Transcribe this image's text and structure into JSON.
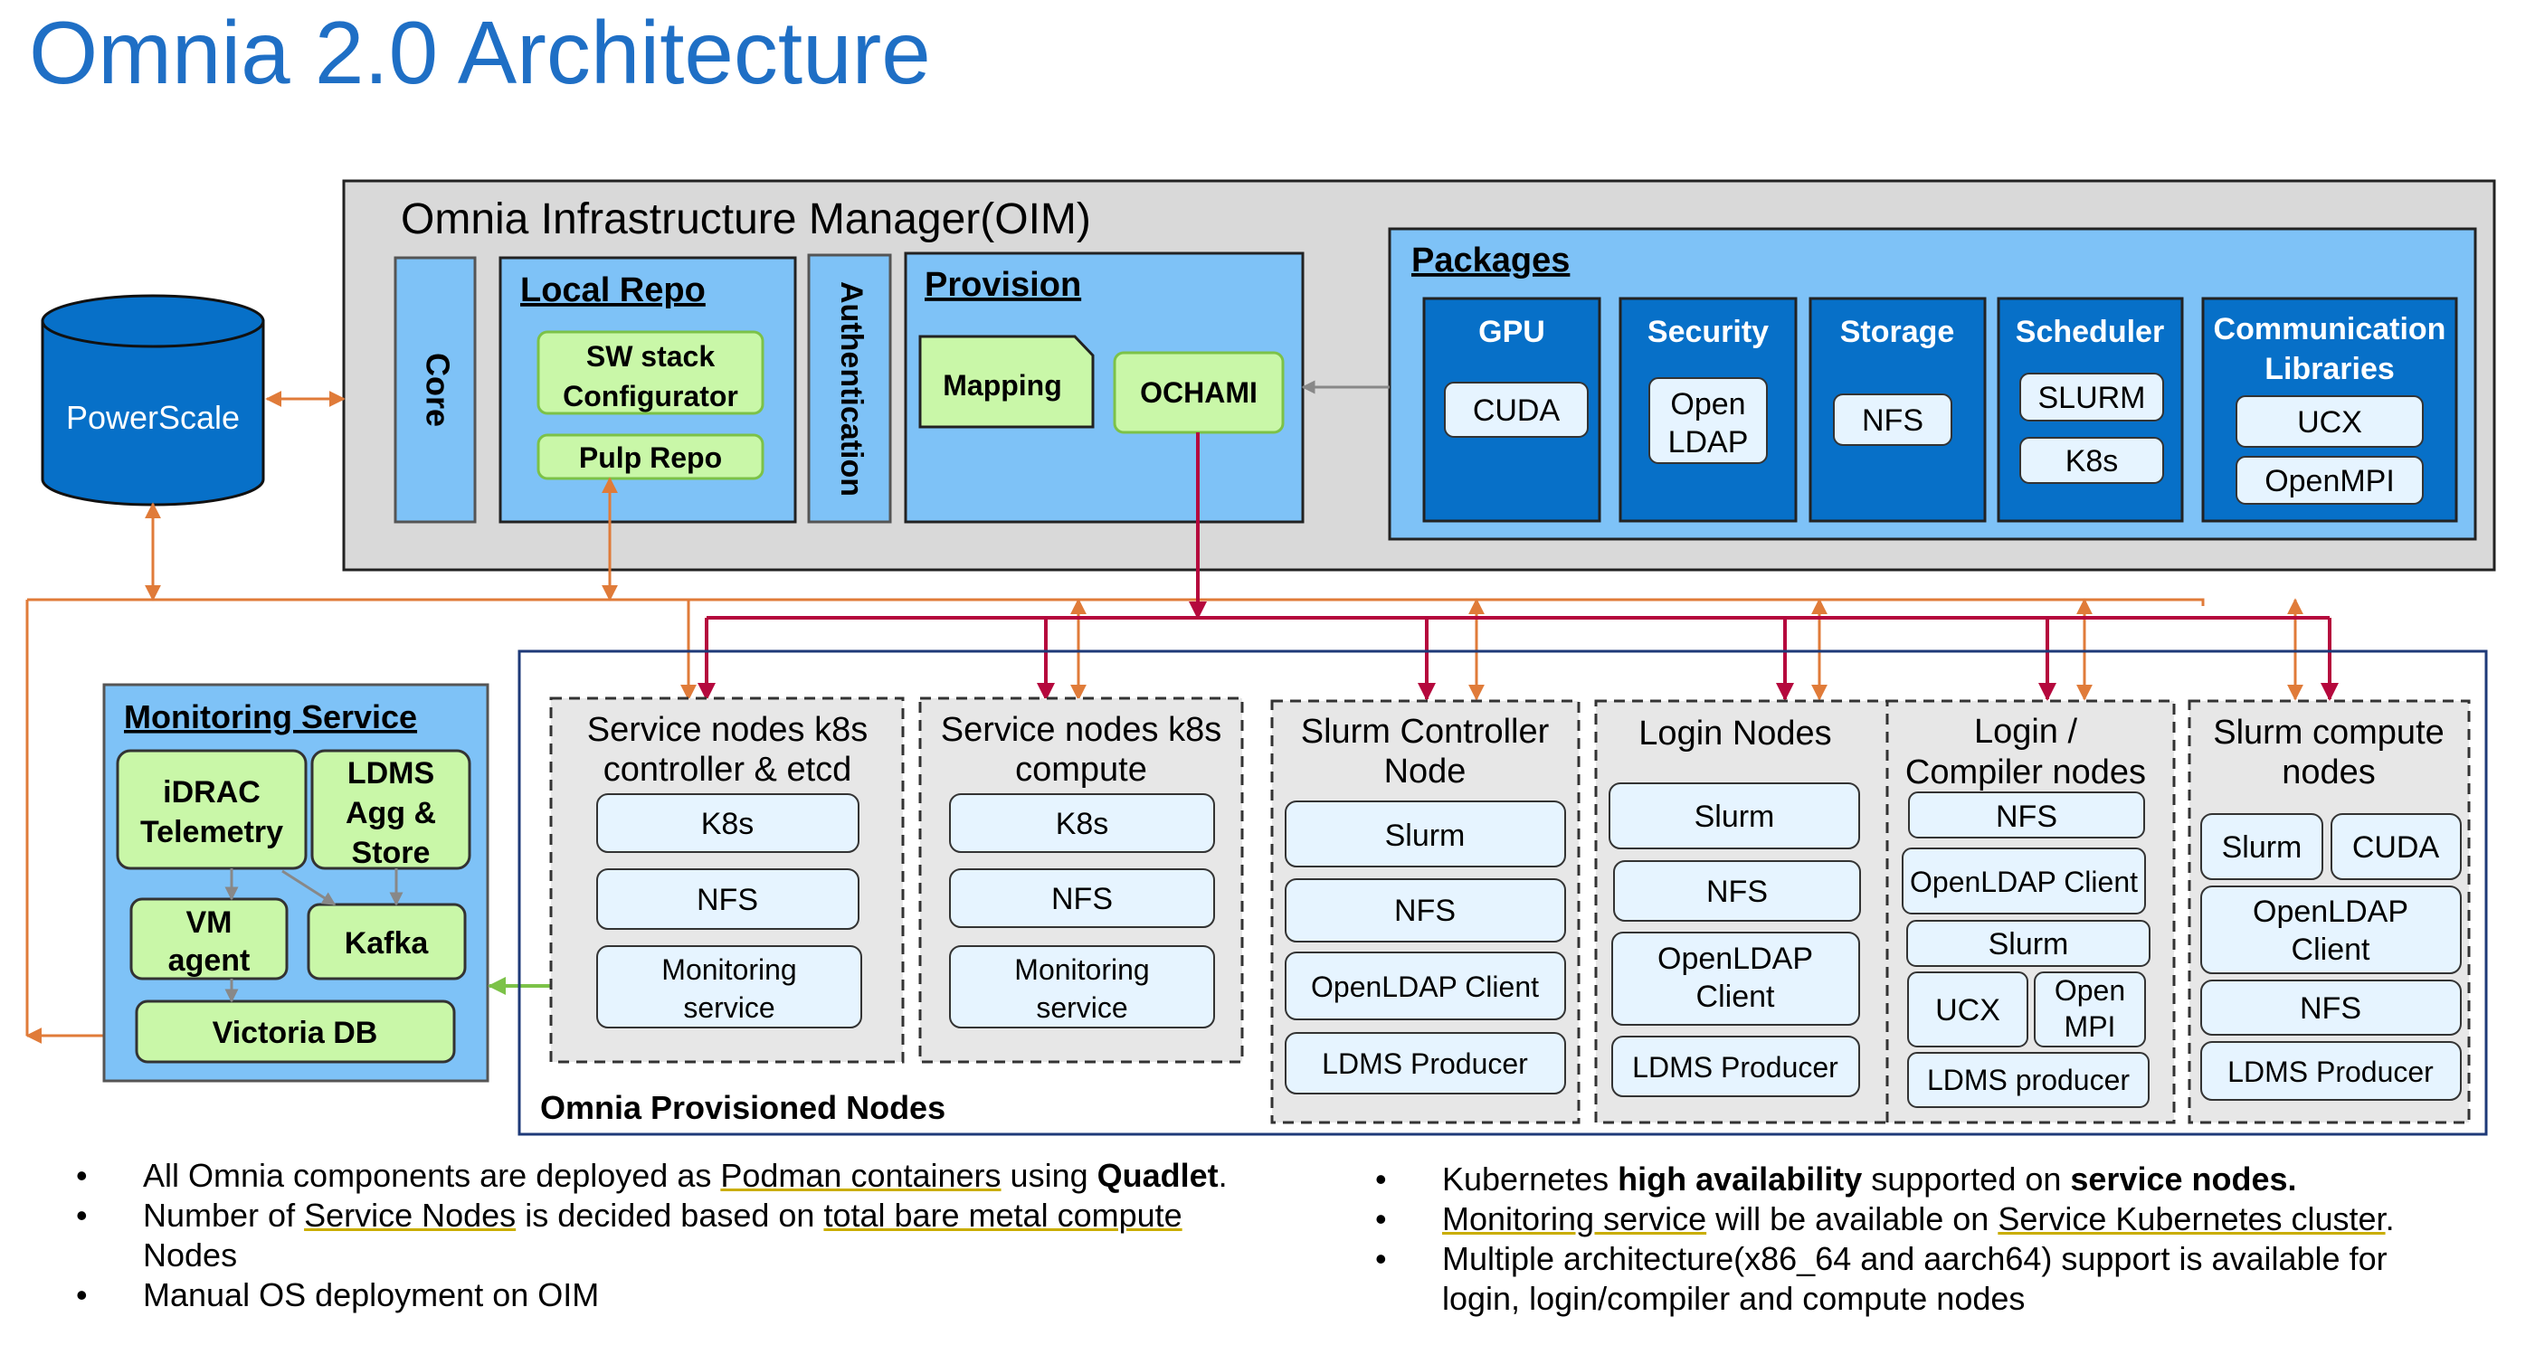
{
  "title": "Omnia 2.0 Architecture",
  "storage": {
    "label": "PowerScale"
  },
  "oim": {
    "title": "Omnia Infrastructure Manager(OIM)",
    "core": "Core",
    "local_repo": {
      "title": "Local Repo",
      "items": [
        "SW stack",
        "Configurator",
        "Pulp Repo"
      ]
    },
    "authentication": "Authentication",
    "provision": {
      "title": "Provision",
      "mapping": "Mapping",
      "ochami": "OCHAMI"
    },
    "packages": {
      "title": "Packages",
      "groups": [
        {
          "title": "GPU",
          "items": [
            "CUDA"
          ]
        },
        {
          "title": "Security",
          "items": [
            "Open",
            "LDAP"
          ]
        },
        {
          "title": "Storage",
          "items": [
            "NFS"
          ]
        },
        {
          "title": "Scheduler",
          "items": [
            "SLURM",
            "K8s"
          ]
        },
        {
          "title_lines": [
            "Communication",
            "Libraries"
          ],
          "items": [
            "UCX",
            "OpenMPI"
          ]
        }
      ]
    }
  },
  "monitoring": {
    "title": "Monitoring Service",
    "idrac": [
      "iDRAC",
      "Telemetry"
    ],
    "ldms": [
      "LDMS",
      "Agg &",
      "Store"
    ],
    "vm_agent": [
      "VM",
      "agent"
    ],
    "kafka": "Kafka",
    "victoria": "Victoria DB"
  },
  "provisioned": {
    "label": "Omnia Provisioned Nodes",
    "nodes": [
      {
        "title": [
          "Service nodes k8s",
          "controller & etcd"
        ],
        "items": [
          "K8s",
          "NFS",
          "Monitoring",
          "service"
        ]
      },
      {
        "title": [
          "Service nodes k8s",
          "compute"
        ],
        "items": [
          "K8s",
          "NFS",
          "Monitoring",
          "service"
        ]
      },
      {
        "title": [
          "Slurm Controller",
          "Node"
        ],
        "items": [
          "Slurm",
          "NFS",
          "OpenLDAP Client",
          "LDMS Producer"
        ]
      },
      {
        "title": [
          "Login Nodes"
        ],
        "items": [
          "Slurm",
          "NFS",
          "OpenLDAP",
          "Client",
          "LDMS Producer"
        ]
      },
      {
        "title": [
          "Login /",
          "Compiler nodes"
        ],
        "items": [
          "NFS",
          "OpenLDAP Client",
          "Slurm",
          "UCX",
          "Open",
          "MPI",
          "LDMS producer"
        ]
      },
      {
        "title": [
          "Slurm compute",
          "nodes"
        ],
        "items": [
          "Slurm",
          "CUDA",
          "OpenLDAP",
          "Client",
          "NFS",
          "LDMS Producer"
        ]
      }
    ]
  },
  "notes_left": {
    "b1": {
      "a": "All Omnia components are deployed as ",
      "b": "Podman containers",
      "c": " using ",
      "d": "Quadlet",
      "e": "."
    },
    "b2": {
      "a": "Number of ",
      "b": "Service Nodes",
      "c": " is decided based on ",
      "d": "total bare metal compute",
      "e": "Nodes"
    },
    "b3": {
      "a": "Manual OS deployment on OIM"
    }
  },
  "notes_right": {
    "b1": {
      "a": "Kubernetes ",
      "b": "high availability",
      "c": " supported on ",
      "d": "service nodes."
    },
    "b2": {
      "a": "Monitoring service",
      "b": " will be available on ",
      "c": "Service Kubernetes cluster",
      "d": "."
    },
    "b3": {
      "a": "Multiple architecture(x86_64 and aarch64) support is available for",
      "b": "login, login/compiler and compute nodes"
    }
  },
  "colors": {
    "title_blue": "#1f6fc5",
    "oim_gray": "#d9d9d9",
    "light_blue": "#7ec2f7",
    "dark_blue": "#0770c8",
    "green": "#c9f7a8",
    "pale": "#e6f4ff",
    "node_gray": "#e7e7e7",
    "orange": "#e07b39",
    "crimson": "#b5083d",
    "lime": "#7cc248"
  }
}
